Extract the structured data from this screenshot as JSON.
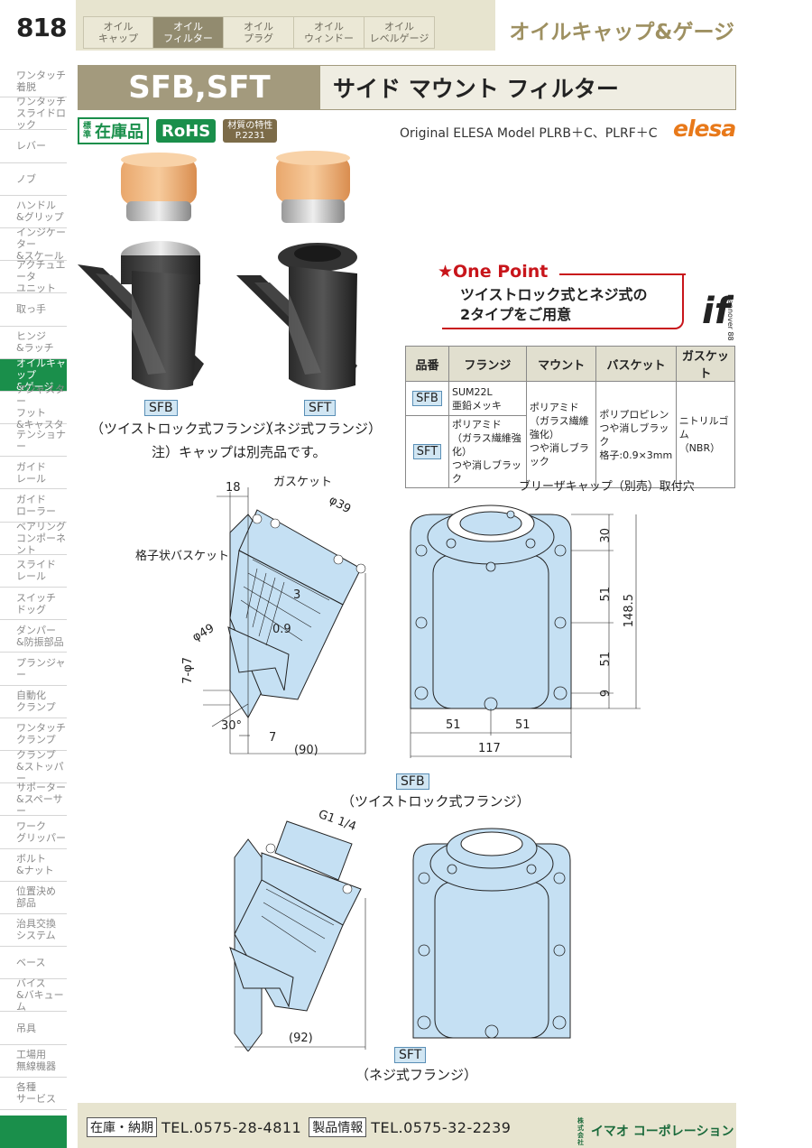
{
  "header": {
    "page_number": "818",
    "section_title": "オイルキャップ&ゲージ",
    "tabs": [
      {
        "label": "オイル\nキャップ",
        "active": false
      },
      {
        "label": "オイル\nフィルター",
        "active": true
      },
      {
        "label": "オイル\nプラグ",
        "active": false
      },
      {
        "label": "オイル\nウィンドー",
        "active": false
      },
      {
        "label": "オイル\nレベルゲージ",
        "active": false
      }
    ]
  },
  "sidebar": {
    "items": [
      {
        "label": "ワンタッチ\n着脱",
        "active": false
      },
      {
        "label": "ワンタッチ\nスライドロック",
        "active": false
      },
      {
        "label": "レバー",
        "active": false
      },
      {
        "label": "ノブ",
        "active": false
      },
      {
        "label": "ハンドル\n&グリップ",
        "active": false
      },
      {
        "label": "インジケーター\n&スケール",
        "active": false
      },
      {
        "label": "アクチュエータ\nユニット",
        "active": false
      },
      {
        "label": "取っ手",
        "active": false
      },
      {
        "label": "ヒンジ\n&ラッチ",
        "active": false
      },
      {
        "label": "オイルキャップ\n&ゲージ",
        "active": true
      },
      {
        "label": "アジャスター\nフット\n&キャスタ",
        "active": false
      },
      {
        "label": "テンショナー",
        "active": false
      },
      {
        "label": "ガイド\nレール",
        "active": false
      },
      {
        "label": "ガイド\nローラー",
        "active": false
      },
      {
        "label": "ベアリング\nコンポーネント",
        "active": false
      },
      {
        "label": "スライド\nレール",
        "active": false
      },
      {
        "label": "スイッチ\nドッグ",
        "active": false
      },
      {
        "label": "ダンパー\n&防振部品",
        "active": false
      },
      {
        "label": "プランジャー",
        "active": false
      },
      {
        "label": "自動化\nクランプ",
        "active": false
      },
      {
        "label": "ワンタッチ\nクランプ",
        "active": false
      },
      {
        "label": "クランプ\n&ストッパー",
        "active": false
      },
      {
        "label": "サポーター\n&スペーサー",
        "active": false
      },
      {
        "label": "ワーク\nグリッパー",
        "active": false
      },
      {
        "label": "ボルト\n&ナット",
        "active": false
      },
      {
        "label": "位置決め\n部品",
        "active": false
      },
      {
        "label": "治具交換\nシステム",
        "active": false
      },
      {
        "label": "ベース",
        "active": false
      },
      {
        "label": "バイス\n&バキューム",
        "active": false
      },
      {
        "label": "吊具",
        "active": false
      },
      {
        "label": "工場用\n無線機器",
        "active": false
      },
      {
        "label": "各種\nサービス",
        "active": false
      }
    ]
  },
  "product": {
    "code": "SFB,SFT",
    "name": "サイド マウント フィルター",
    "badges": {
      "stock_small": "標準",
      "stock": "在庫品",
      "rohs": "RoHS",
      "material": "材質の特性\nP.2231"
    },
    "original": "Original ELESA Model PLRB＋C、PLRF＋C",
    "brand": "elesa"
  },
  "photos": {
    "sfb_code": "SFB",
    "sfb_caption": "（ツイストロック式フランジ）",
    "sft_code": "SFT",
    "sft_caption": "（ネジ式フランジ）",
    "note": "注）キャップは別売品です。"
  },
  "one_point": {
    "title": "★One Point",
    "text": "ツイストロック式とネジ式の\n2タイプをご用意",
    "if_logo": "if",
    "if_sub": "Hannover 88"
  },
  "spec_table": {
    "headers": [
      "品番",
      "フランジ",
      "マウント",
      "バスケット",
      "ガスケット"
    ],
    "sfb_code": "SFB",
    "sfb_flange": "SUM22L\n亜鉛メッキ",
    "sft_code": "SFT",
    "sft_flange": "ポリアミド\n（ガラス繊維強化）\nつや消しブラック",
    "mount": "ポリアミド\n（ガラス繊維強化）\nつや消しブラック",
    "basket": "ポリプロピレン\nつや消しブラック\n格子:0.9×3mm",
    "gasket": "ニトリルゴム\n（NBR）"
  },
  "drawing_sfb": {
    "gasket_label": "ガスケット",
    "basket_label": "格子状バスケット",
    "breather_label": "ブリーザキャップ（別売）取付穴",
    "dim_18": "18",
    "dim_d39": "φ39",
    "dim_3": "3",
    "dim_09": "0.9",
    "dim_d49": "φ49",
    "dim_7d7": "7-φ7",
    "dim_30deg": "30°",
    "dim_7": "7",
    "dim_90": "(90)",
    "dim_30": "30",
    "dim_51a": "51",
    "dim_1485": "148.5",
    "dim_51b": "51",
    "dim_9": "9",
    "dim_51c": "51",
    "dim_51d": "51",
    "dim_117": "117",
    "code": "SFB",
    "caption": "（ツイストロック式フランジ）"
  },
  "drawing_sft": {
    "dim_g1": "G1 1/4",
    "dim_92": "(92)",
    "code": "SFT",
    "caption": "（ネジ式フランジ）"
  },
  "footer": {
    "stock_label": "在庫・納期",
    "stock_tel": "TEL.0575-28-4811",
    "info_label": "製品情報",
    "info_tel": "TEL.0575-32-2239",
    "company_small": "株式\n会社",
    "company": "イマオ コーポレーション"
  },
  "colors": {
    "accent_green": "#1a8f4b",
    "title_brown": "#a39a7d",
    "drawing_blue": "#c5e0f3",
    "one_point_red": "#c8151b",
    "elesa_orange": "#e8791a"
  }
}
